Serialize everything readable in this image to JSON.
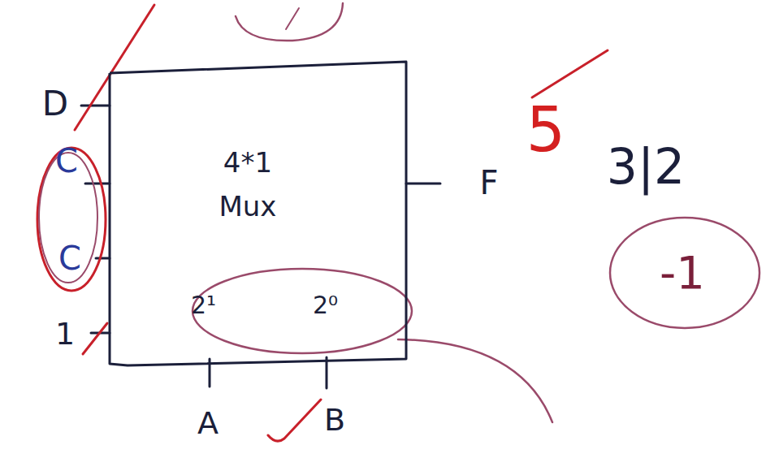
{
  "diagram": {
    "nodes": [
      {
        "text": [
          "4*1 Mux",
          "2¹",
          "2⁰"
        ]
      }
    ],
    "labels": [
      "D",
      "C",
      "C",
      "1",
      "A",
      "B",
      "F",
      "5",
      "3|2",
      "-1"
    ]
  }
}
